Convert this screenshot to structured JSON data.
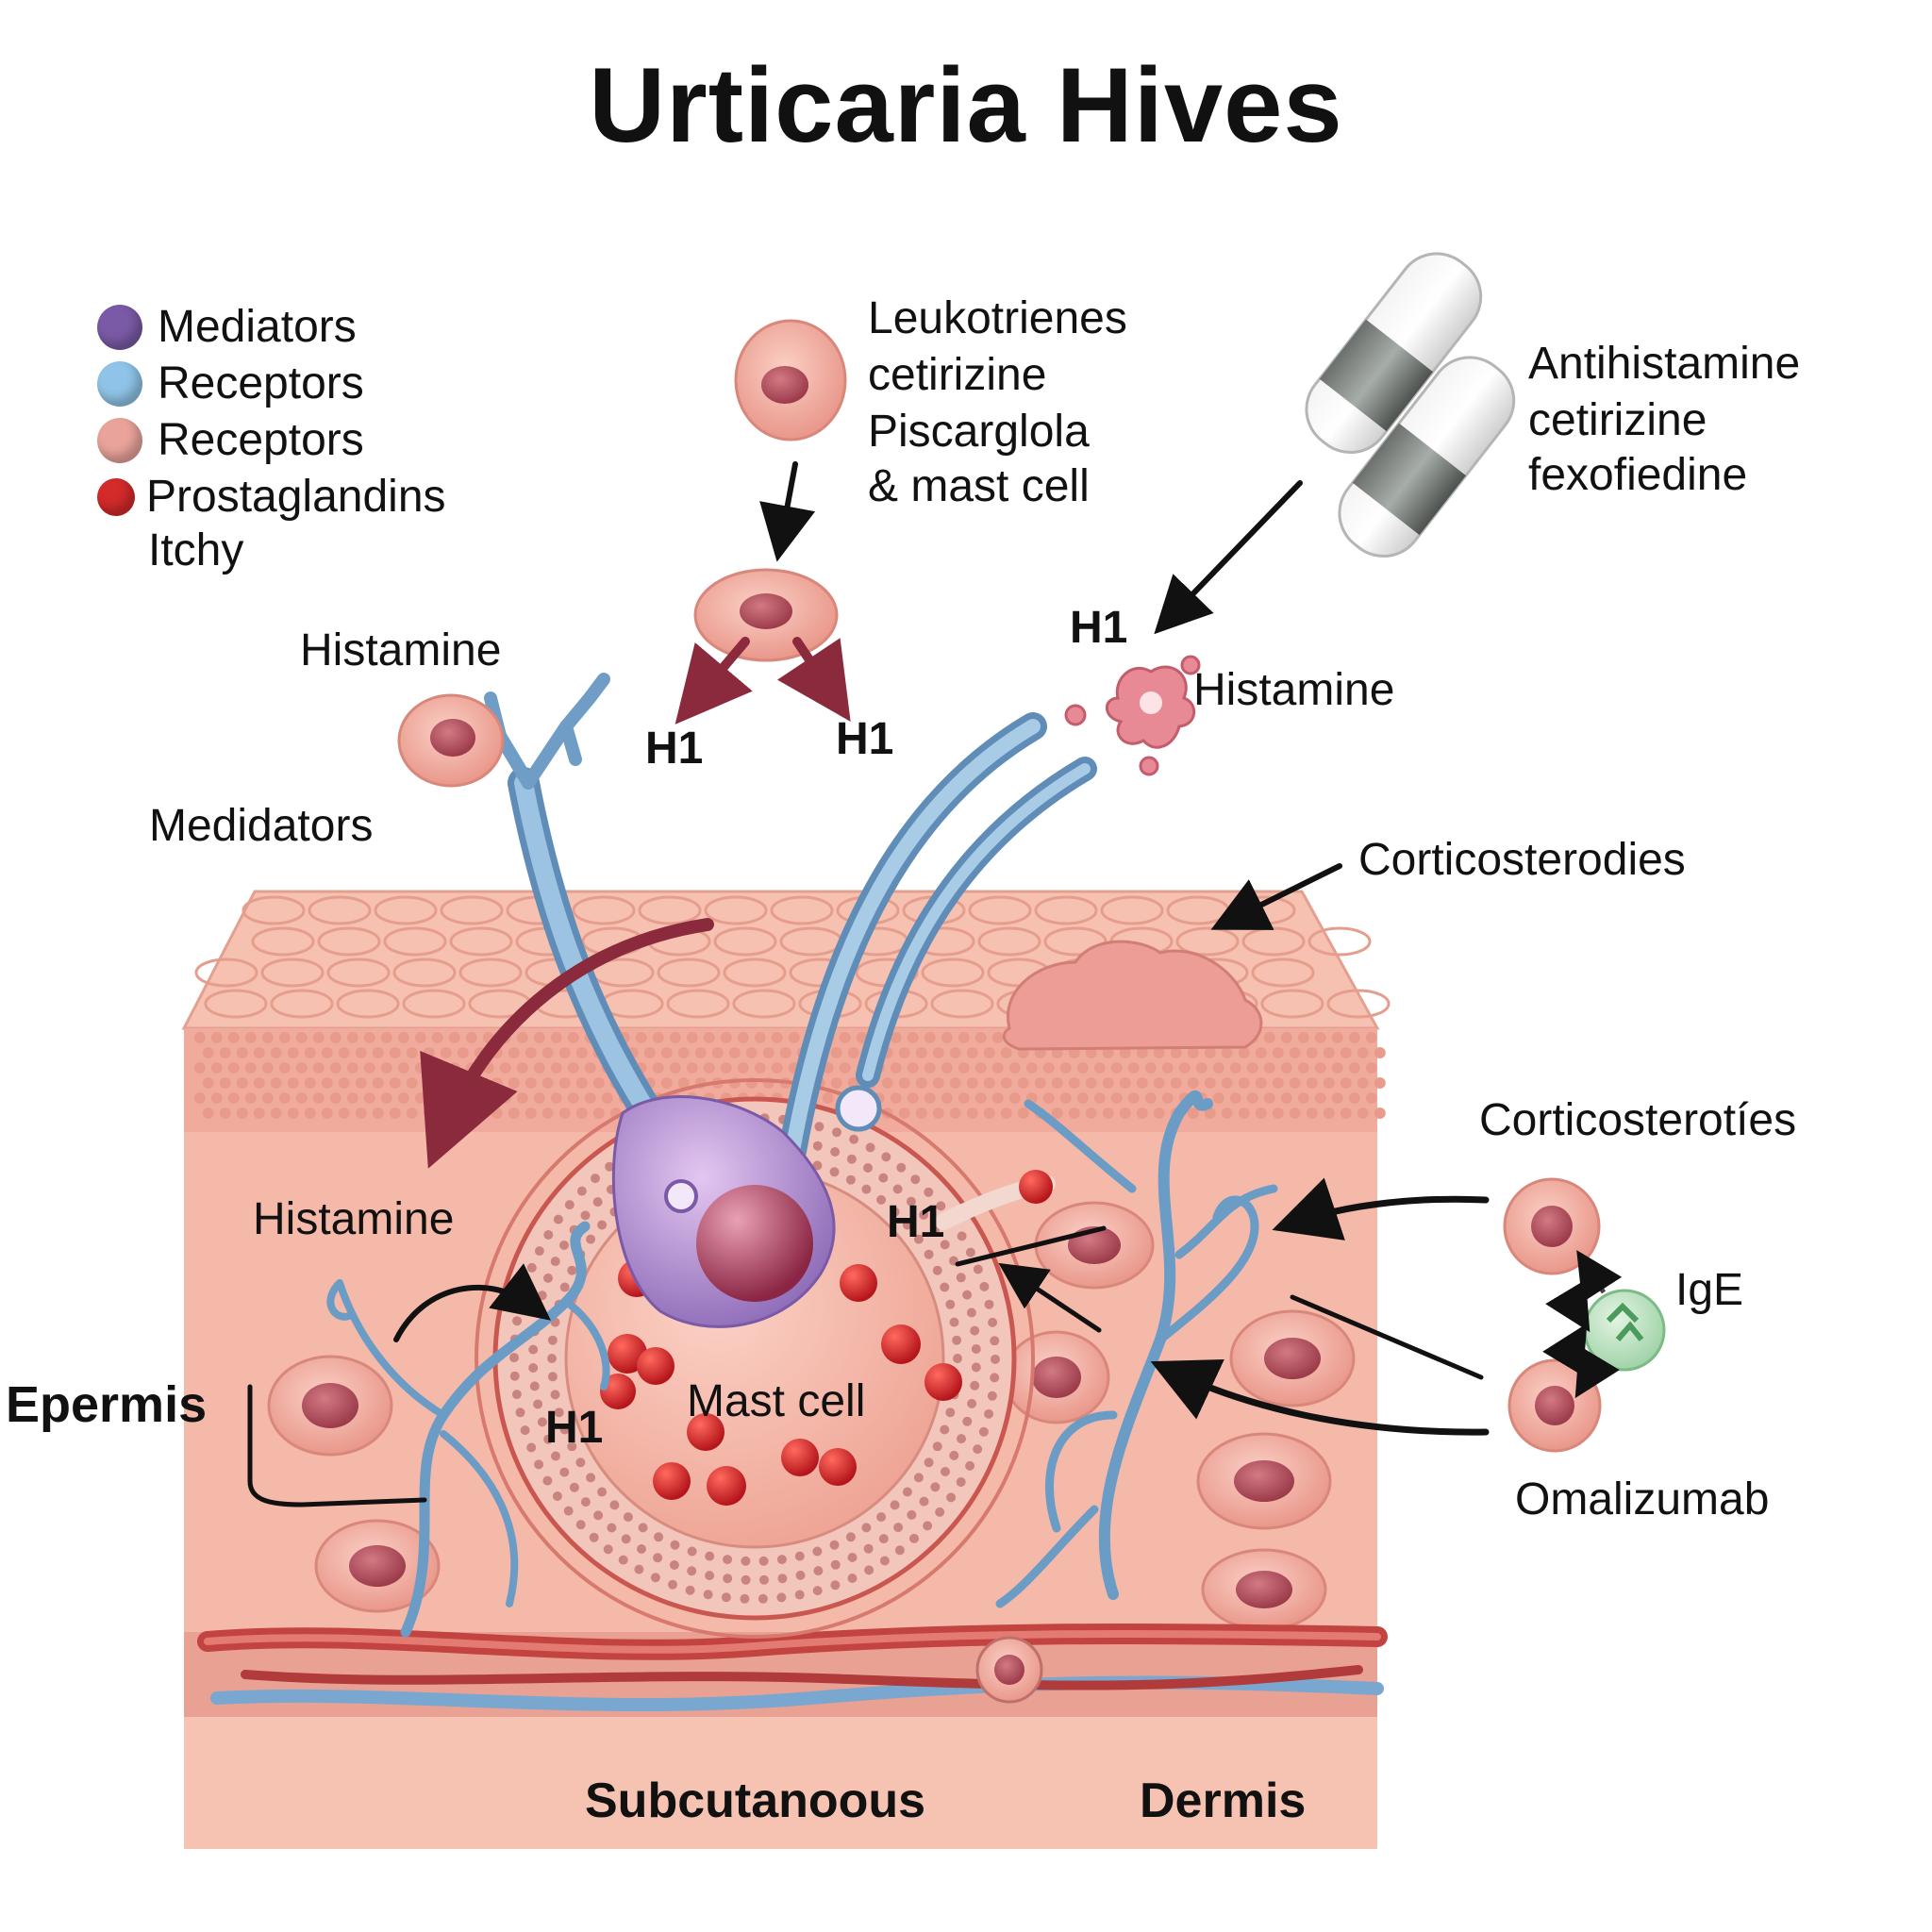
{
  "title": "Urticaria Hives",
  "legend": [
    {
      "label": "Mediators",
      "color": "#7a5aa6"
    },
    {
      "label": "Receptors",
      "color": "#8fc4e8"
    },
    {
      "label": "Receptors",
      "color": "#e9a39a"
    },
    {
      "label": "Prostaglandins",
      "color": "#d42a2a"
    }
  ],
  "legend_extra": "Itchy",
  "labels": {
    "leukotrienes_block": [
      "Leukotrienes",
      "cetirizine",
      "Piscarglola",
      "& mast cell"
    ],
    "antihistamine_block": [
      "Antihistamine",
      "cetirizine",
      "fexofiedine"
    ],
    "histamine_top_left": "Histamine",
    "mediators_left": "Medidators",
    "h1_top_left": "H1",
    "h1_top_mid": "H1",
    "h1_top_right": "H1",
    "histamine_right": "Histamine",
    "corticosteroids_top": "Corticosterodies",
    "corticosteroids_right": "Corticosterotíes",
    "histamine_mid": "Histamine",
    "h1_inner": "H1",
    "h1_left": "H1",
    "mast_cell": "Mast cell",
    "ige": "IgE",
    "omalizumab": "Omalizumab",
    "epermis": "Epermis",
    "subcutanoous": "Subcutanoous",
    "dermis": "Dermis"
  },
  "colors": {
    "skin": "#f4b7a6",
    "skin_dark": "#e8978a",
    "nerve": "#7aa7cf",
    "cell_nucleus": "#b8525f",
    "granule": "#d42a2a",
    "vessel": "#c2433f"
  }
}
